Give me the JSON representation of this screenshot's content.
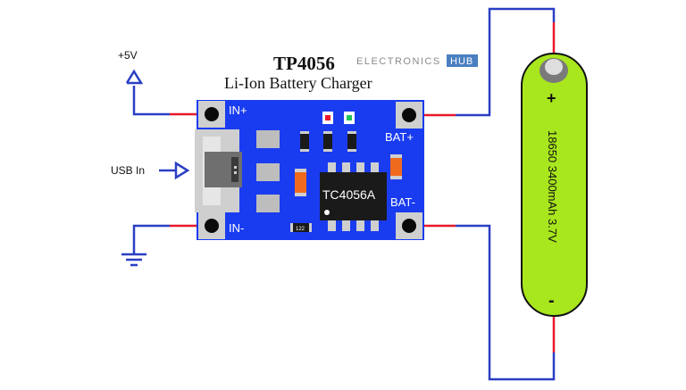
{
  "title": "TP4056",
  "subtitle": "Li-Ion Battery Charger",
  "watermark": {
    "left": "ELECTRONICS",
    "right": "HUB"
  },
  "labels": {
    "vcc": "+5V",
    "usb": "USB In",
    "in_plus": "IN+",
    "in_minus": "IN-",
    "bat_plus": "BAT+",
    "bat_minus": "BAT-",
    "chip": "TC4056A",
    "small_part": "122"
  },
  "battery": {
    "text": "18650 3400mAh 3.7V",
    "plus": "+",
    "minus": "-"
  },
  "colors": {
    "board": "#1a3cf0",
    "wire_blue": "#2b3fc4",
    "wire_red": "#e8182a",
    "battery": "#a8e61d",
    "pad": "#cfcfcf",
    "chip": "#1a1a1a",
    "orange_part": "#f06a1e"
  },
  "icons": [
    "ground-icon",
    "arrow-up-icon",
    "arrow-right-icon",
    "led-red-icon",
    "led-green-icon"
  ]
}
